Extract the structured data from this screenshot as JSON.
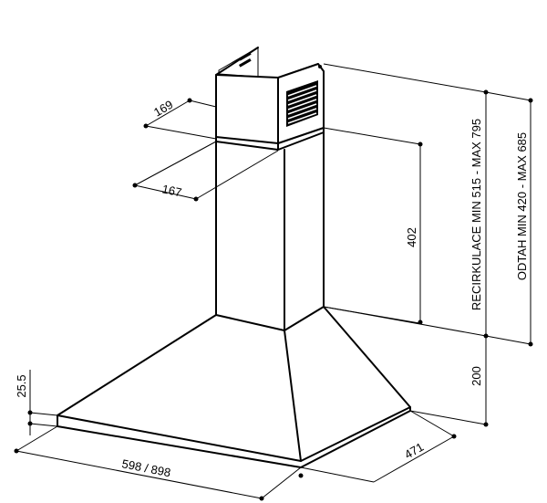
{
  "dimensions": {
    "chimney_depth": "169",
    "chimney_width": "167",
    "lower_chimney_height": "402",
    "mount_height": "200",
    "canopy_thickness": "25.5",
    "width": "598 / 898",
    "depth": "471",
    "recirculation_range": "RECIRKULACE MIN 515 - MAX 795",
    "extraction_range": "ODTAH MIN 420 - MAX 685"
  }
}
